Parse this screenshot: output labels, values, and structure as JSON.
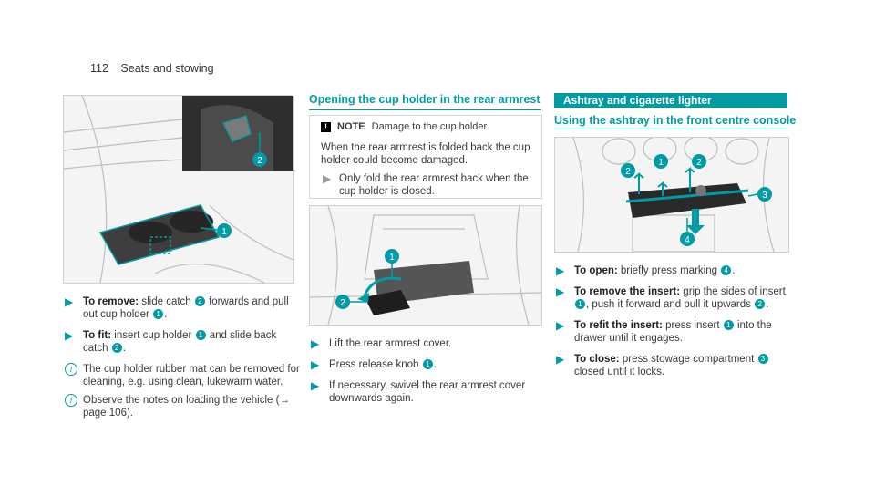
{
  "header": {
    "page_number": "112",
    "section": "Seats and stowing"
  },
  "col1": {
    "steps": [
      {
        "label": "To remove:",
        "parts": [
          "slide catch ",
          "2",
          " forwards and pull out cup holder ",
          "1",
          "."
        ]
      },
      {
        "label": "To fit:",
        "parts": [
          "insert cup holder ",
          "1",
          " and slide back catch ",
          "2",
          "."
        ]
      }
    ],
    "info": [
      "The cup holder rubber mat can be removed for cleaning, e.g. using clean, lukewarm water.",
      "Observe the notes on loading the vehicle (→ page 106)."
    ]
  },
  "col2": {
    "title": "Opening the cup holder in the rear armrest",
    "note": {
      "head": "NOTE",
      "head_text": "Damage to the cup holder",
      "body": "When the rear armrest is folded back the cup holder could become damaged.",
      "step": "Only fold the rear armrest back when the cup holder is closed."
    },
    "steps": [
      "Lift the rear armrest cover.",
      "Press release knob ",
      "If necessary, swivel the rear armrest cover downwards again."
    ],
    "knob_badge": "1"
  },
  "col3": {
    "banner": "Ashtray and cigarette lighter",
    "title": "Using the ashtray in the front centre console",
    "steps": [
      {
        "label": "To open:",
        "text": "briefly press marking ",
        "badge": "4",
        "after": "."
      },
      {
        "label": "To remove the insert:",
        "text": "grip the sides of insert ",
        "badge": "1",
        "after": ", push it forward and pull it upwards ",
        "badge2": "2",
        "after2": "."
      },
      {
        "label": "To refit the insert:",
        "text": "press insert ",
        "badge": "1",
        "after": " into the drawer until it engages."
      },
      {
        "label": "To close:",
        "text": "press stowage compartment ",
        "badge": "3",
        "after": " closed until it locks."
      }
    ]
  },
  "figures": {
    "fig1_callouts": [
      "2",
      "1"
    ],
    "fig2_callouts": [
      "1",
      "2"
    ],
    "fig3_callouts": [
      "2",
      "1",
      "2",
      "3",
      "4"
    ]
  },
  "colors": {
    "accent": "#009ba4",
    "arrow": "#009ba4"
  }
}
